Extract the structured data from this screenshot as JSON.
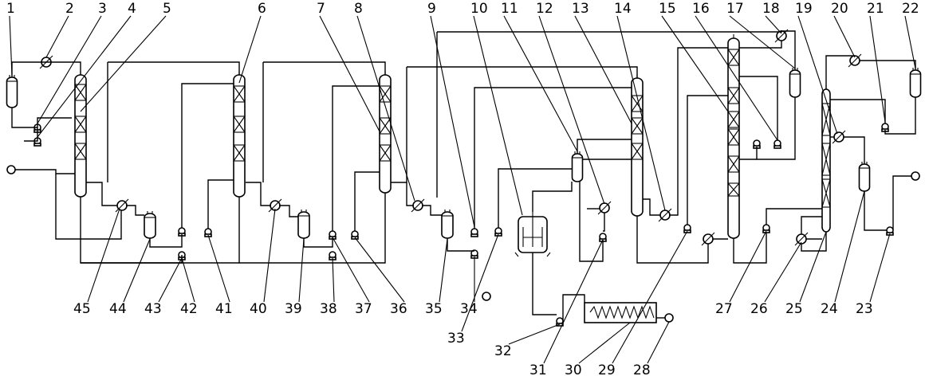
{
  "labels": {
    "top": [
      "1",
      "2",
      "3",
      "4",
      "5",
      "6",
      "7",
      "8",
      "9",
      "10",
      "11",
      "12",
      "13",
      "14",
      "15",
      "16",
      "17",
      "18",
      "19",
      "20",
      "21",
      "22"
    ],
    "bottom": [
      "45",
      "44",
      "43",
      "42",
      "41",
      "40",
      "39",
      "38",
      "37",
      "36",
      "35",
      "34",
      "33",
      "32",
      "31",
      "30",
      "29",
      "28",
      "27",
      "26",
      "25",
      "24",
      "23"
    ]
  }
}
